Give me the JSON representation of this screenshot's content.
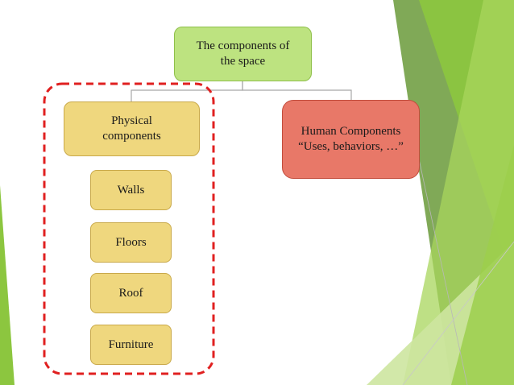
{
  "diagram": {
    "root": {
      "lines": [
        "The components of",
        "the space"
      ]
    },
    "physical": {
      "lines": [
        "Physical",
        "components"
      ]
    },
    "human": {
      "lines": [
        "Human Components",
        "“Uses, behaviors, …”"
      ]
    },
    "physical_items": [
      "Walls",
      "Floors",
      "Roof",
      "Furniture"
    ]
  },
  "colors": {
    "root_fill": "#bde380",
    "physical_fill": "#efd77e",
    "human_fill": "#e87868",
    "highlight_dash": "#e02020",
    "accent_green": "#8cc63f"
  }
}
